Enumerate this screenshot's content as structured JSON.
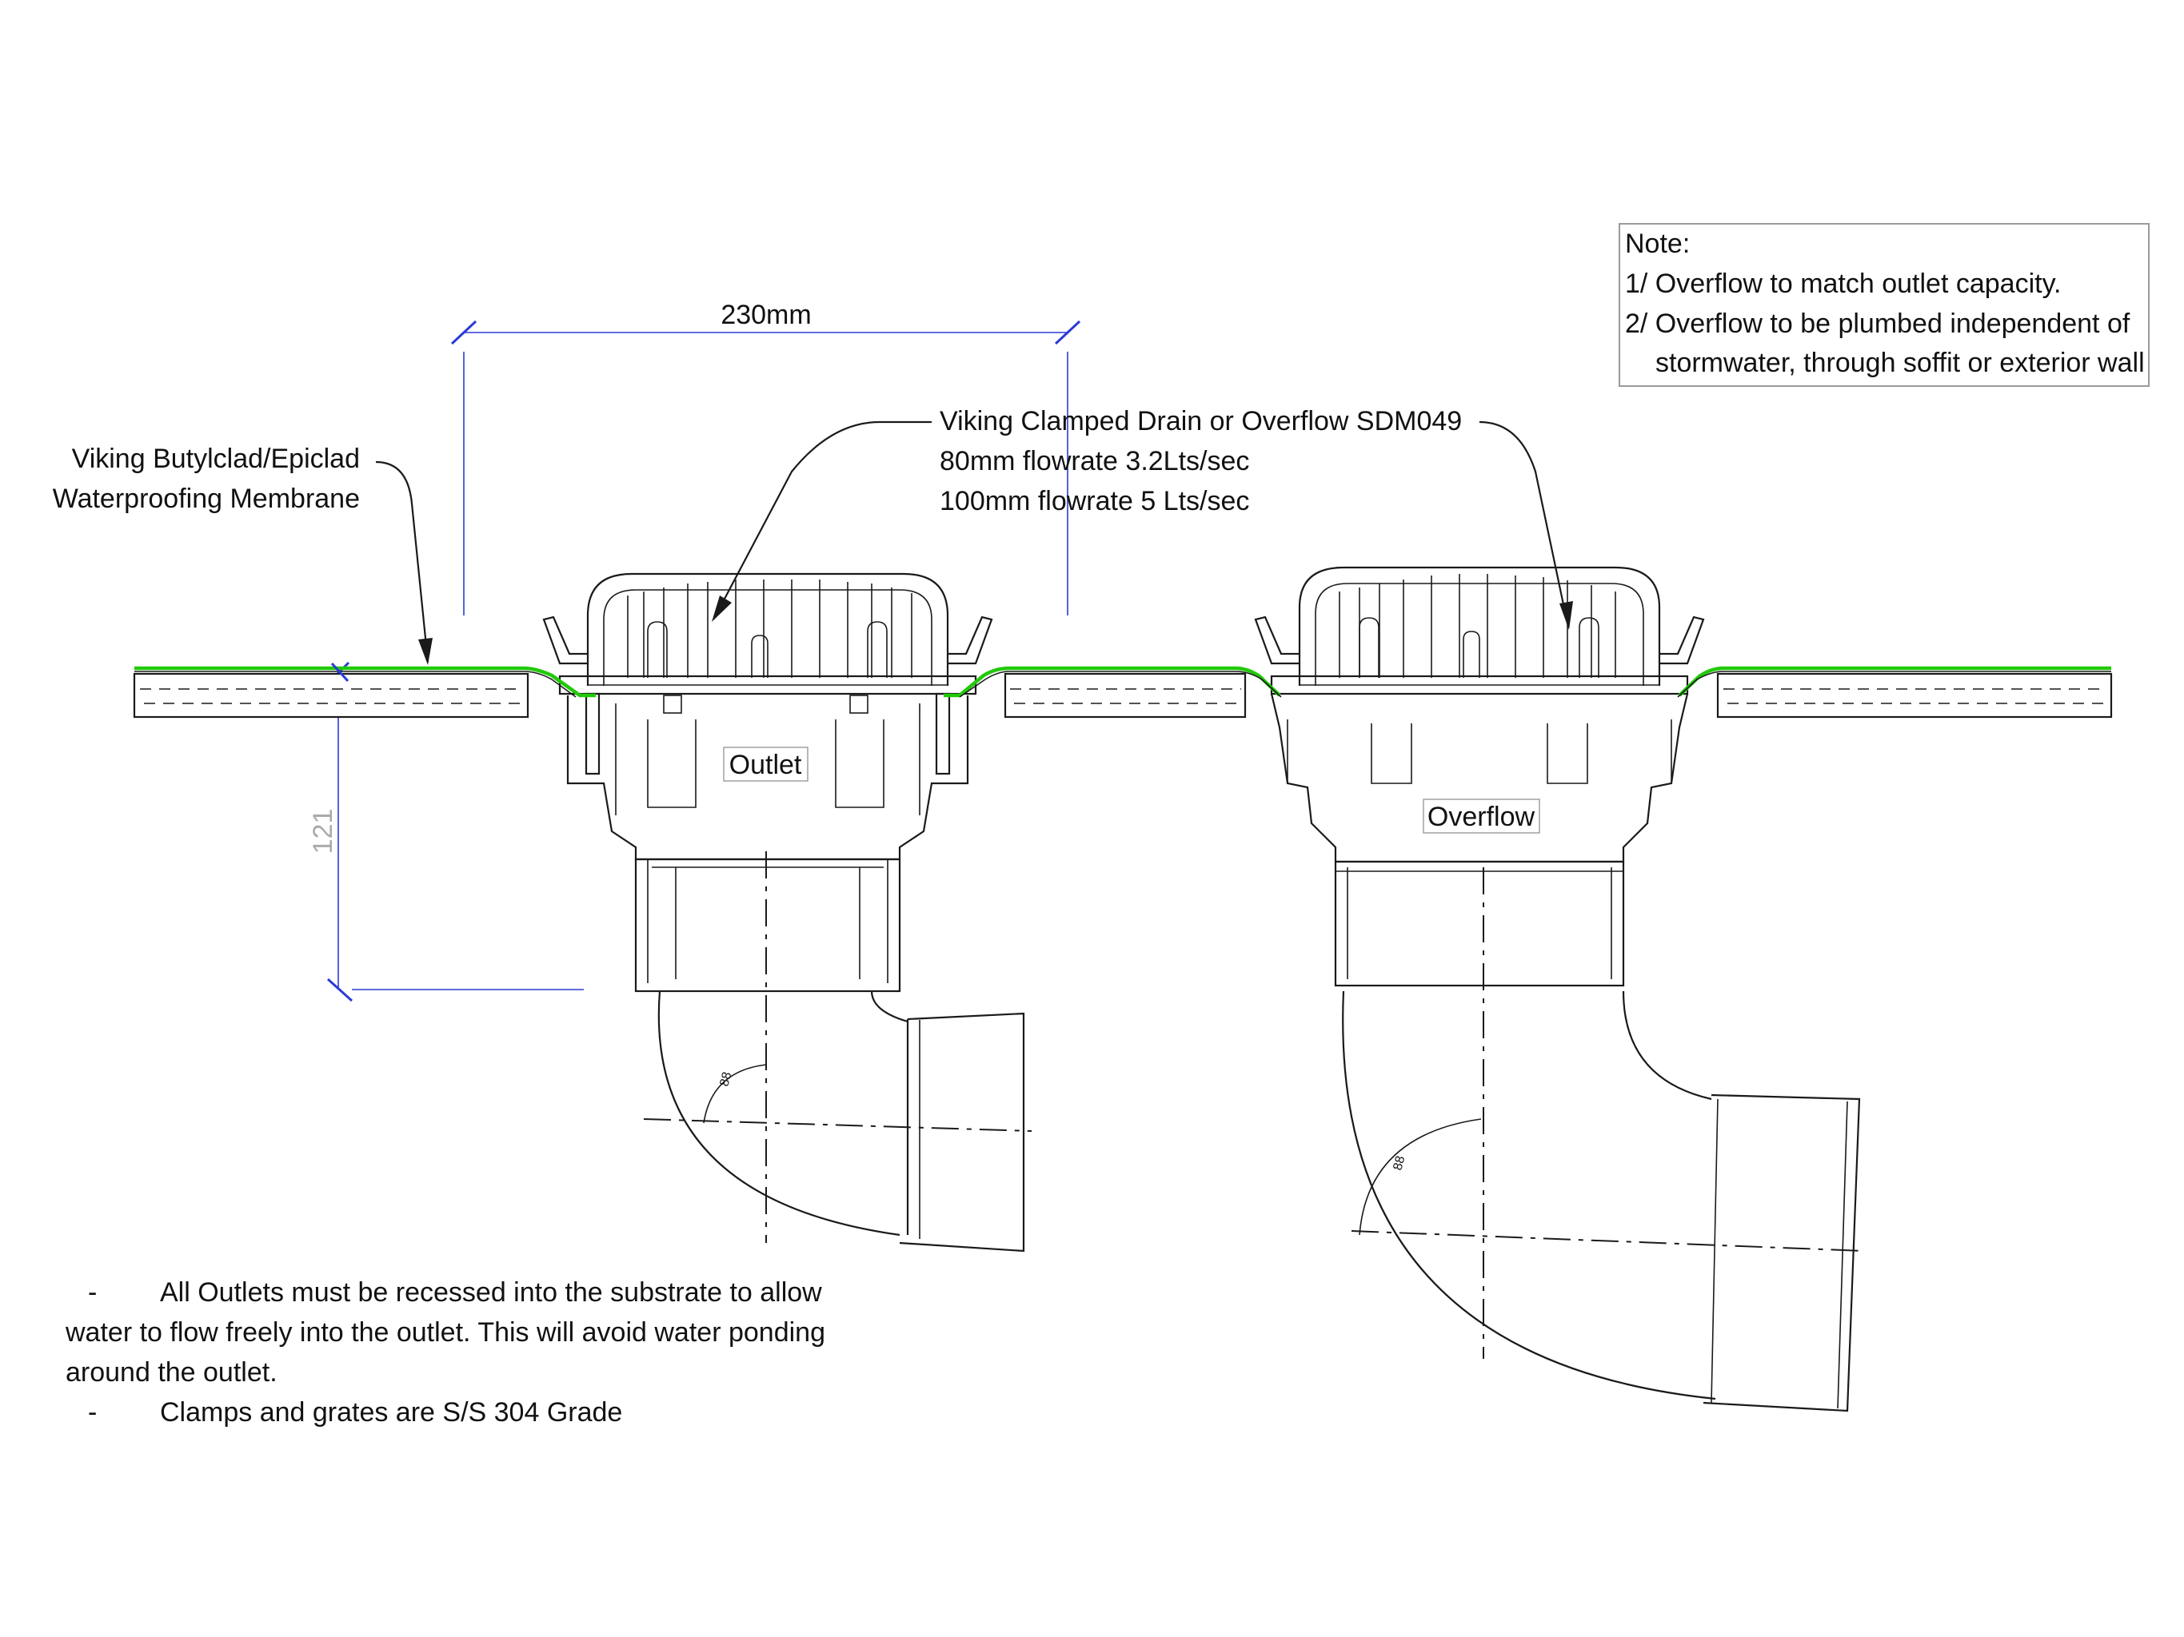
{
  "colors": {
    "membrane": "#22c90a",
    "dimension": "#2b3bd6",
    "line": "#1a1a1a"
  },
  "labels": {
    "membrane_line1": "Viking Butylclad/Epiclad",
    "membrane_line2": "Waterproofing Membrane",
    "drain_line1": "Viking Clamped Drain or Overflow SDM049",
    "drain_line2": "80mm flowrate 3.2Lts/sec",
    "drain_line3": "100mm flowrate 5 Lts/sec",
    "outlet": "Outlet",
    "overflow": "Overflow"
  },
  "dimensions": {
    "width": "230mm",
    "height": "121",
    "angle_left": "88",
    "angle_right": "88"
  },
  "note": {
    "title": "Note:",
    "line1": "1/ Overflow to match outlet capacity.",
    "line2": "2/ Overflow to be plumbed independent of",
    "line3": "stormwater, through soffit or exterior wall"
  },
  "bullets": {
    "b1_marker": "-",
    "b1_line1": "All Outlets must be recessed into the substrate to allow",
    "b1_line2": "water to flow freely into the outlet. This will avoid water ponding",
    "b1_line3": "around the outlet.",
    "b2_marker": "-",
    "b2_line1": "Clamps and grates are S/S 304 Grade"
  }
}
